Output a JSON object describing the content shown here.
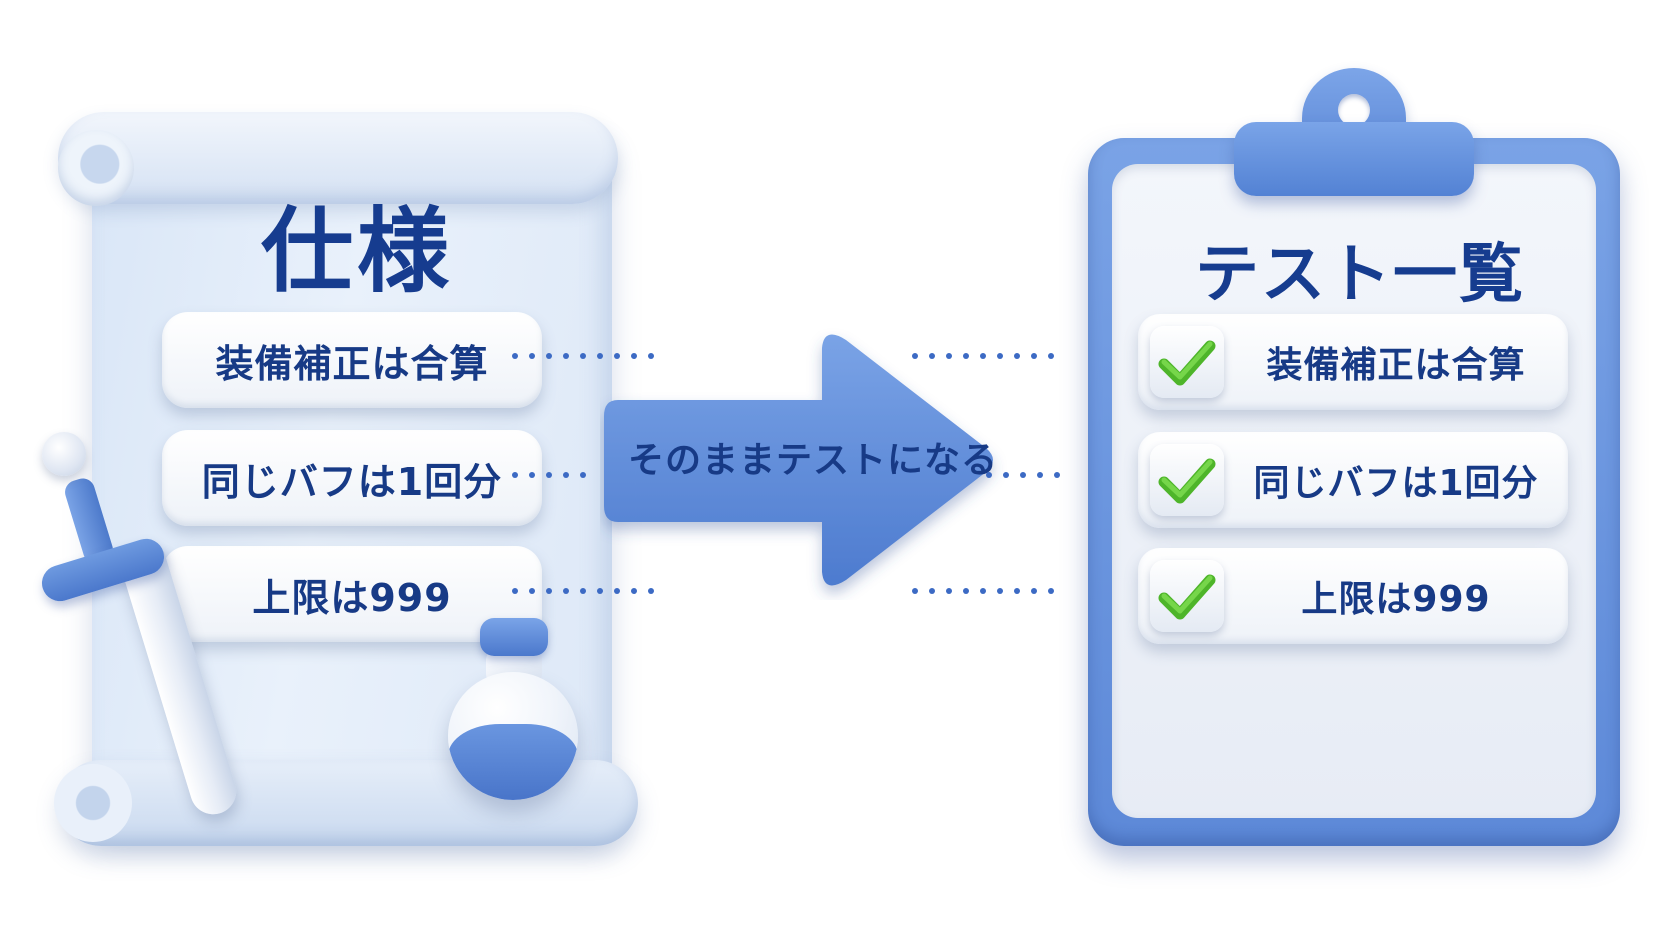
{
  "spec": {
    "title": "仕様",
    "items": [
      {
        "label": "装備補正は合算"
      },
      {
        "label": "同じバフは1回分"
      },
      {
        "label": "上限は999"
      }
    ]
  },
  "arrow": {
    "label": "そのままテストになる",
    "color": "#5b8ad8"
  },
  "tests": {
    "title": "テスト一覧",
    "items": [
      {
        "label": "装備補正は合算",
        "checked": true
      },
      {
        "label": "同じバフは1回分",
        "checked": true
      },
      {
        "label": "上限は999",
        "checked": true
      }
    ]
  },
  "colors": {
    "text": "#173a86",
    "accent_blue": "#5b8ad8",
    "check_green": "#5ec535",
    "paper": "#e9f1fb"
  },
  "icons": {
    "scroll": "scroll-icon",
    "sword": "sword-icon",
    "potion": "potion-icon",
    "clipboard": "clipboard-icon",
    "check": "check-icon"
  }
}
